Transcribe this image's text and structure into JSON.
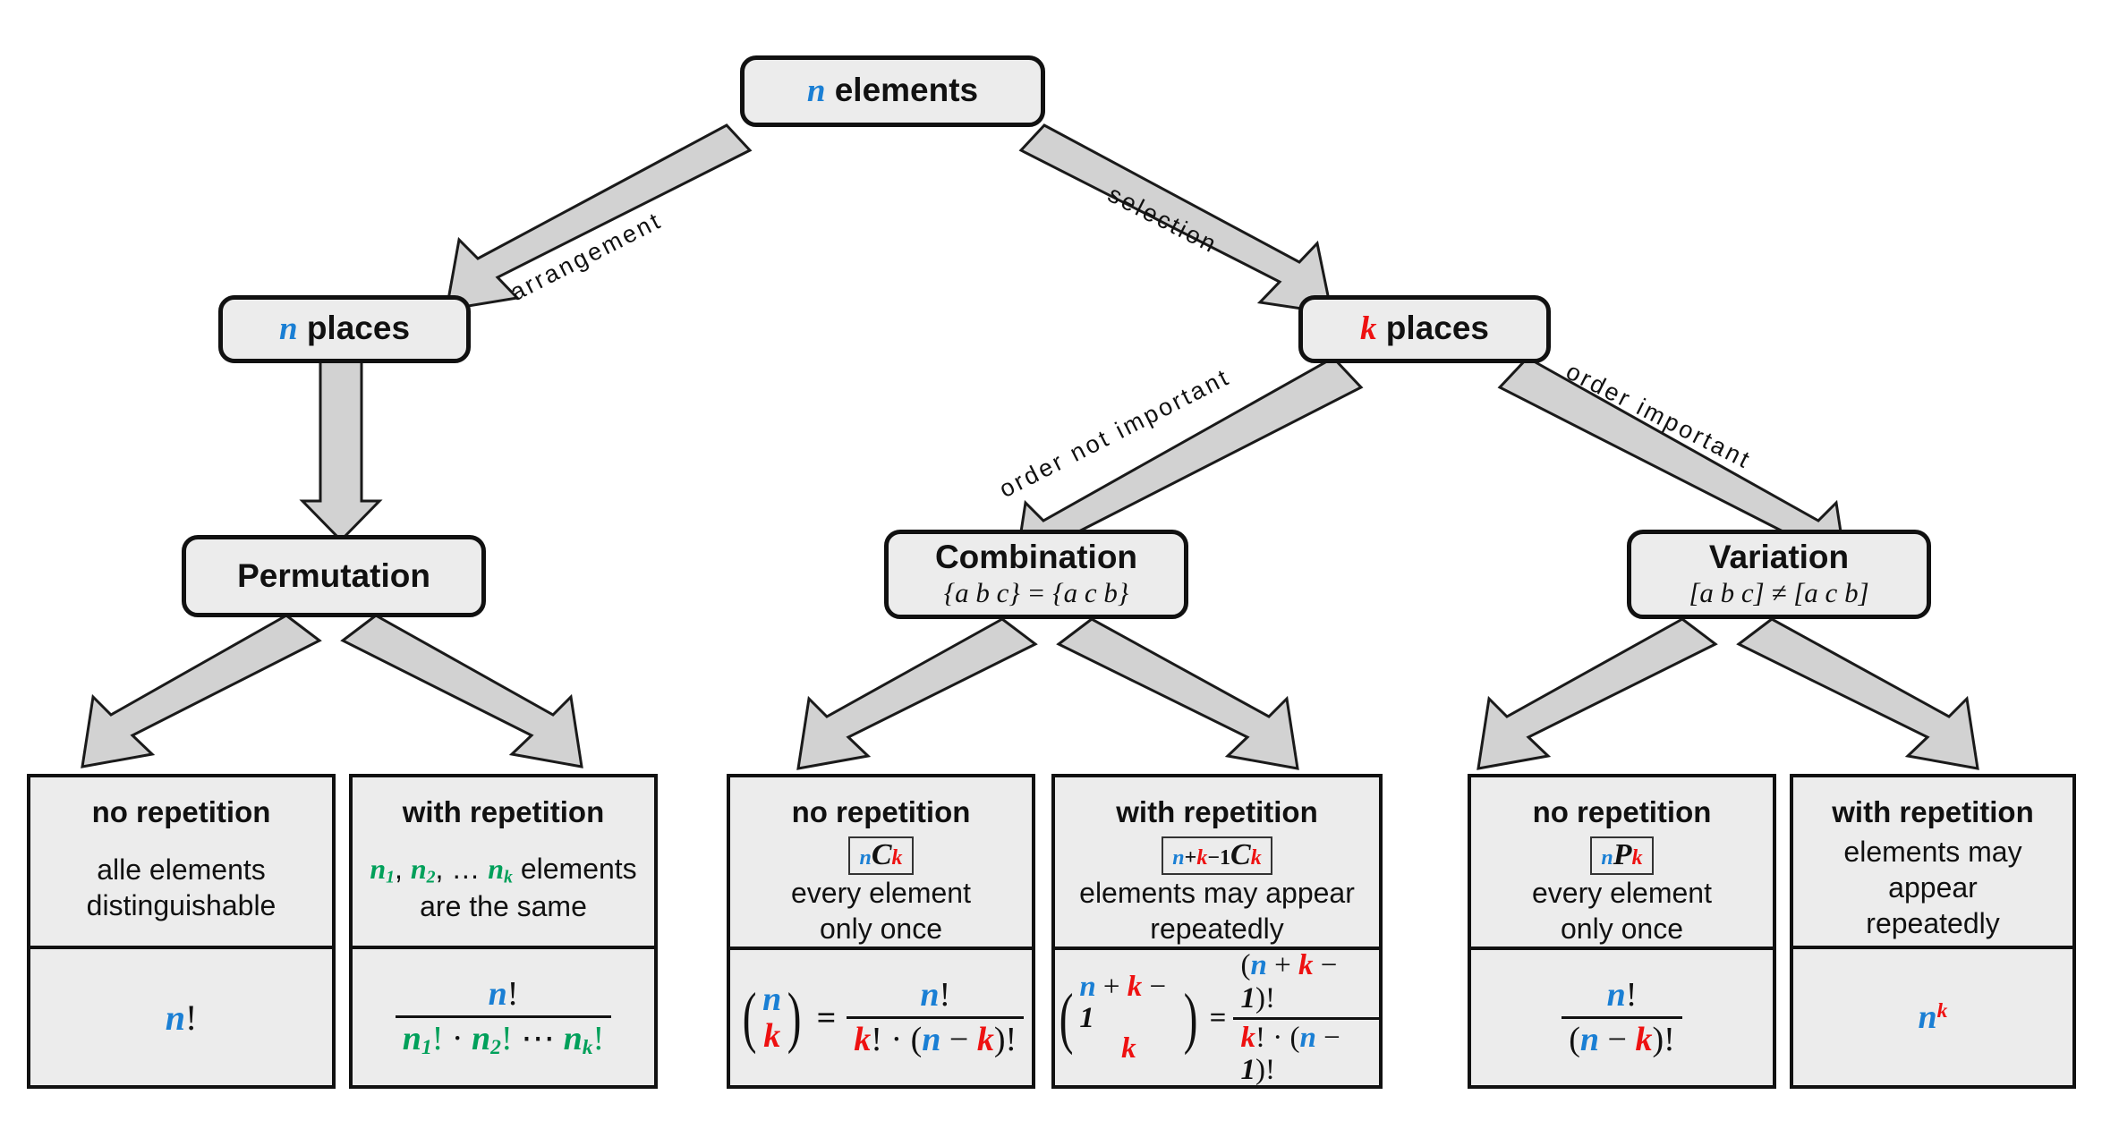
{
  "colors": {
    "blue": "#1a7fd4",
    "red": "#ee1111",
    "green": "#00a05a",
    "node_fill": "#ececec",
    "arrow_fill": "#d2d2d2",
    "outline": "#111111"
  },
  "root": {
    "var": "n",
    "label": "elements"
  },
  "level2": {
    "left": {
      "var": "n",
      "label": "places"
    },
    "right": {
      "var": "k",
      "label": "places"
    }
  },
  "edge_labels": {
    "arrangement": "arrangement",
    "selection": "selection",
    "order_not_important": "order not important",
    "order_important": "order important"
  },
  "categories": [
    {
      "title": "Permutation",
      "subtitle": ""
    },
    {
      "title": "Combination",
      "subtitle": "{a b c} = {a c b}"
    },
    {
      "title": "Variation",
      "subtitle": "[a b c] ≠ [a c b]"
    }
  ],
  "leaves": [
    {
      "header": "no repetition",
      "badge": "",
      "desc_line1": "alle elements",
      "desc_line2": "distinguishable",
      "formula": "n!"
    },
    {
      "header": "with repetition",
      "badge": "",
      "desc_line1": "n1, n2, … nk elements",
      "desc_line2": "are the same",
      "formula": "n! / (n1! · n2! ⋯ nk!)"
    },
    {
      "header": "no repetition",
      "badge": "nCk",
      "desc_line1": "every element",
      "desc_line2": "only once",
      "formula": "(n choose k) = n! / (k! · (n − k)!)"
    },
    {
      "header": "with repetition",
      "badge": "n+k−1Ck",
      "desc_line1": "elements may appear",
      "desc_line2": "repeatedly",
      "formula": "(n + k − 1 choose k) = (n + k − 1)! / (k! · (n − 1)!)"
    },
    {
      "header": "no repetition",
      "badge": "nPk",
      "desc_line1": "every element",
      "desc_line2": "only once",
      "formula": "n! / (n − k)!"
    },
    {
      "header": "with repetition",
      "badge": "",
      "desc_line1": "elements may appear",
      "desc_line2": "repeatedly",
      "formula": "n^k"
    }
  ]
}
